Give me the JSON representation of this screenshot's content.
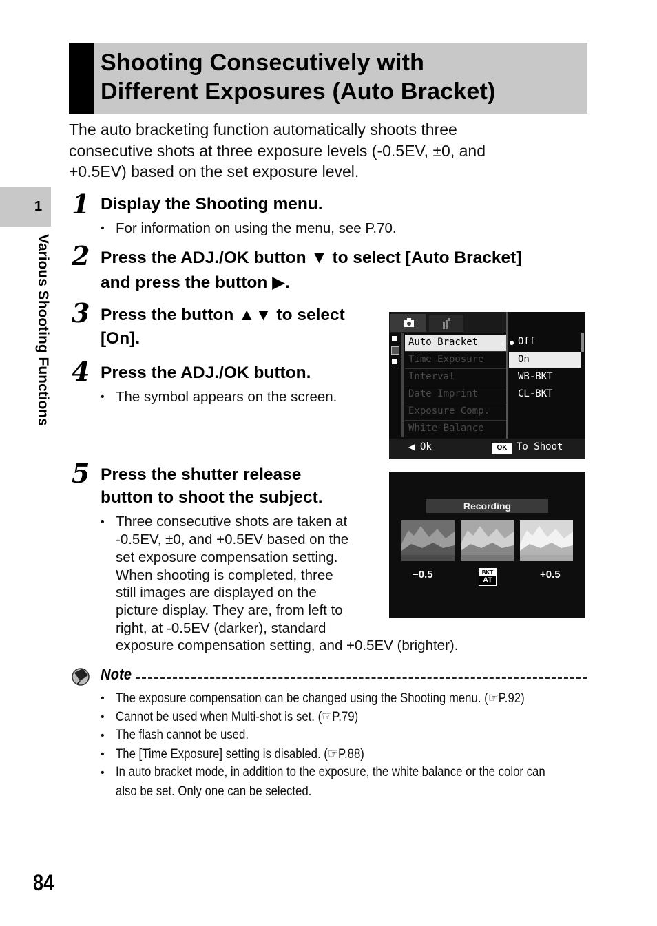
{
  "title": {
    "line1": "Shooting Consecutively with",
    "line2": "Different Exposures (Auto Bracket)"
  },
  "side_tab": {
    "number": "1",
    "label": "Various Shooting Functions"
  },
  "intro": [
    "The auto bracketing function automatically shoots three",
    "consecutive shots at three exposure levels (-0.5EV, ±0, and",
    "+0.5EV) based on the set exposure level."
  ],
  "steps": {
    "s1": {
      "num": "1",
      "line1": "Display the Shooting menu.",
      "bullet": "For information on using the menu, see P.70."
    },
    "s2": {
      "num": "2",
      "line1a": "Press the ADJ./OK button ",
      "line1b": " to select [Auto Bracket]",
      "line2a": "and press the button ",
      "line2b": "."
    },
    "s3": {
      "num": "3",
      "line1a": "Press the button ",
      "line1b": " to select",
      "line2": "[On]."
    },
    "s4": {
      "num": "4",
      "line1": "Press the ADJ./OK button.",
      "bullet": "The symbol appears on the screen."
    },
    "s5": {
      "num": "5",
      "line1": "Press the shutter release",
      "line2": "button to shoot the subject.",
      "bullet_lines": [
        "Three consecutive shots are taken at",
        "-0.5EV, ±0, and +0.5EV based on the",
        "set exposure compensation setting.",
        "When shooting is completed, three",
        "still images are displayed on the",
        "picture display. They are, from left to",
        "right, at -0.5EV (darker), standard",
        "exposure compensation setting, and +0.5EV (brighter)."
      ]
    }
  },
  "menu_screen": {
    "items": [
      "Auto Bracket",
      "Time Exposure",
      "Interval",
      "Date Imprint",
      "Exposure Comp.",
      "White Balance"
    ],
    "options": [
      "Off",
      "On",
      "WB-BKT",
      "CL-BKT"
    ],
    "footer_left": "Ok",
    "footer_ok": "OK",
    "footer_right": "To Shoot"
  },
  "recording_screen": {
    "label": "Recording",
    "left_value": "−0.5",
    "right_value": "+0.5",
    "badge_top": "BKT",
    "badge_bottom": "AT"
  },
  "note": {
    "heading": "Note",
    "items": [
      {
        "pre": "The exposure compensation can be changed using the Shooting menu. (",
        "ref": "P.92)"
      },
      {
        "pre": "Cannot be used when Multi-shot is set. (",
        "ref": "P.79)"
      },
      {
        "pre": "The flash cannot be used."
      },
      {
        "pre": "The [Time Exposure] setting is disabled. (",
        "ref": "P.88)"
      },
      {
        "pre": "In auto bracket mode, in addition to the exposure, the white balance or the color can"
      },
      {
        "pre": "also be set. Only one can be selected."
      }
    ]
  },
  "page_number": "84",
  "colors": {
    "band": "#c8c8c8",
    "screen_bg": "#0c0c0c",
    "highlight": "#ececec"
  }
}
